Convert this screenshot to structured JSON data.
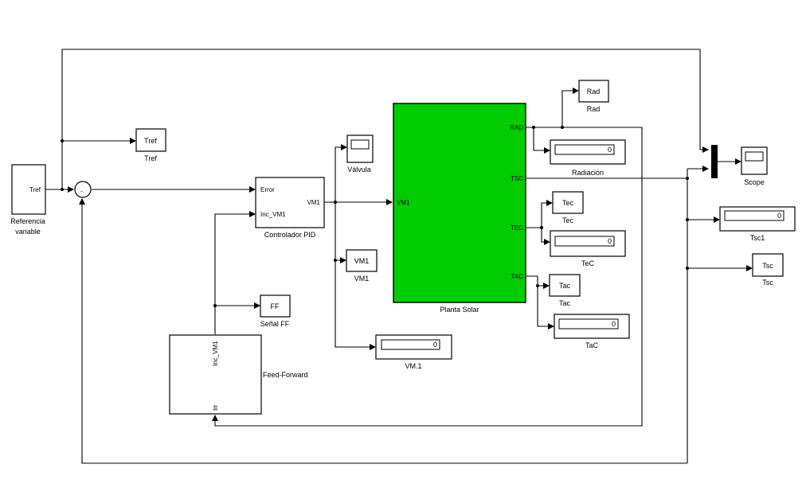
{
  "diagram": {
    "blocks": {
      "referencia": {
        "inner": "Tref",
        "caption_line1": "Referencia",
        "caption_line2": "variable"
      },
      "tref_goto": {
        "inner": "Tref",
        "caption": "Tref"
      },
      "sum": {
        "sign": "-"
      },
      "pid": {
        "in1": "Error",
        "in2": "Inc_VM1",
        "out": "VM1",
        "caption": "Controlador PID"
      },
      "valvula_scope": {
        "caption": "Válvula"
      },
      "vm1_goto": {
        "inner": "VM1",
        "caption": "VM1"
      },
      "vm1_display": {
        "value": "0",
        "caption": "VM.1"
      },
      "senal_ff": {
        "inner": "FF",
        "caption": "Señal FF"
      },
      "feedforward": {
        "out": "Inc_VM1",
        "in": "Irr",
        "caption": "Feed-Forward"
      },
      "planta": {
        "in": "VM1",
        "out_rad": "RAD",
        "out_tsc": "TSC",
        "out_tec": "TEC",
        "out_tac": "TAC",
        "caption": "Planta Solar",
        "color": "#00cc00"
      },
      "rad_goto": {
        "inner": "Rad",
        "caption": "Rad"
      },
      "radiacion_display": {
        "value": "0",
        "caption": "Radiación"
      },
      "tec_goto": {
        "inner": "Tec",
        "caption": "Tec"
      },
      "tec_display": {
        "value": "0",
        "caption": "TeC"
      },
      "tac_goto": {
        "inner": "Tac",
        "caption": "Tac"
      },
      "tac_display": {
        "value": "0",
        "caption": "TaC"
      },
      "scope": {
        "caption": "Scope"
      },
      "tsc1_display": {
        "value": "0",
        "caption": "Tsc1"
      },
      "tsc_goto": {
        "inner": "Tsc",
        "caption": "Tsc"
      }
    }
  }
}
